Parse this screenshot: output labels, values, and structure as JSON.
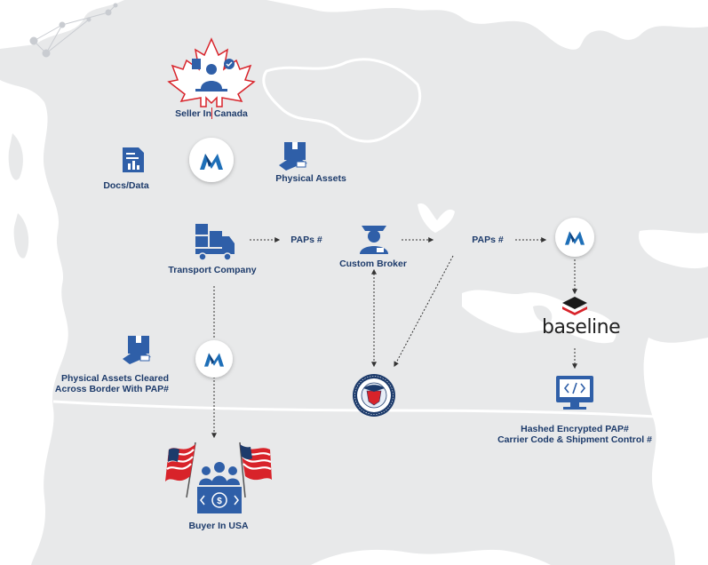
{
  "colors": {
    "land": "#e8e9ea",
    "water": "#ffffff",
    "navy": "#1d3b6b",
    "icon_blue": "#2f5fa8",
    "logo_blue": "#1e6fb8",
    "canada_red": "#d8232a",
    "arrow": "#333333"
  },
  "nodes": {
    "seller": {
      "label": "Seller In Canada",
      "icon": "maple-leaf-seller-icon"
    },
    "docs": {
      "label": "Docs/Data",
      "icon": "document-chart-icon"
    },
    "physical_assets": {
      "label": "Physical Assets",
      "icon": "package-hand-icon"
    },
    "transport": {
      "label": "Transport Company",
      "icon": "truck-boxes-icon"
    },
    "paps_1": {
      "label": "PAPs #"
    },
    "broker": {
      "label": "Custom Broker",
      "icon": "officer-icon"
    },
    "paps_2": {
      "label": "PAPs #"
    },
    "cleared": {
      "line1": "Physical Assets Cleared",
      "line2": "Across Border With PAP#",
      "icon": "package-hand-icon"
    },
    "buyer": {
      "label": "Buyer In USA",
      "icon": "us-flags-buyer-icon"
    },
    "dhs": {
      "icon": "dhs-seal-icon",
      "seal_text": "U.S. DEPARTMENT OF HOMELAND SECURITY"
    },
    "baseline": {
      "label": "baseline",
      "icon": "baseline-layers-icon"
    },
    "hashed": {
      "line1": "Hashed Encrypted PAP#",
      "line2": "Carrier Code & Shipment Control #",
      "icon": "code-monitor-icon"
    }
  }
}
